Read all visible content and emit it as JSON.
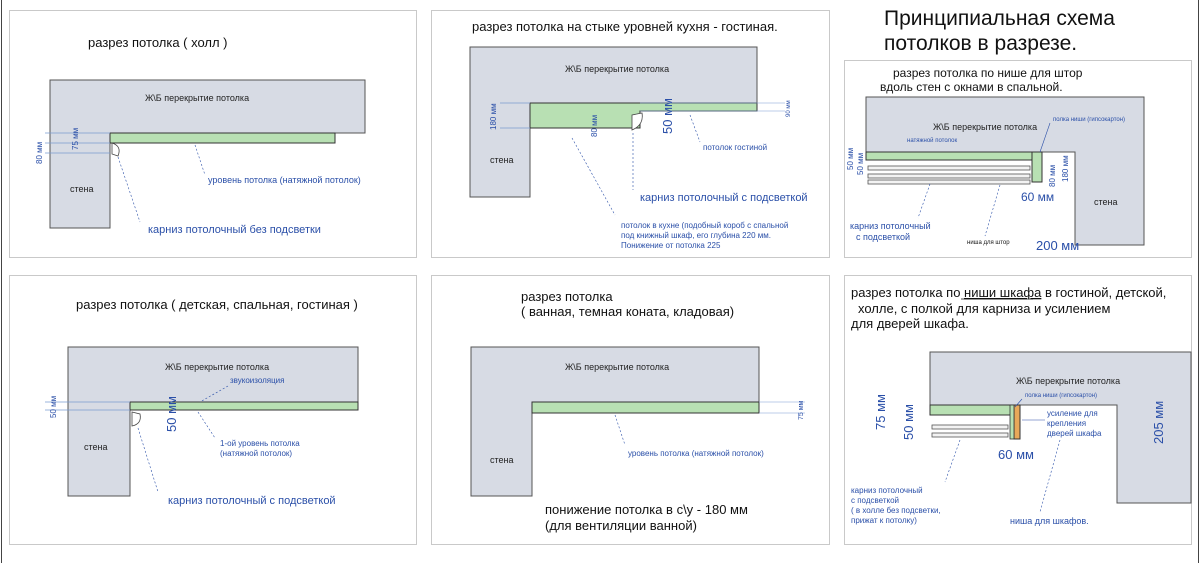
{
  "main_title": [
    "Принципиальная схема",
    "потолков в разрезе."
  ],
  "panels": {
    "hall": {
      "title": "разрез потолка  ( холл )",
      "slab": "Ж\\Б перекрытие потолка",
      "wall": "стена",
      "dim_80": "80 мм",
      "dim_75": "75 мм",
      "ceiling_level": "уровень потолка (натяжной потолок)",
      "cornice": "карниз потолочный  без подсветки"
    },
    "kitchen": {
      "title": "разрез потолка на стыке уровней кухня - гостиная.",
      "slab": "Ж\\Б перекрытие потолка",
      "wall": "стена",
      "dim_180": "180 мм",
      "dim_80": "80 мм",
      "dim_50": "50 мм",
      "dim_90": "90 мм",
      "living_ceiling": "потолок гостиной",
      "cornice": "карниз потолочный с подсветкой",
      "note": [
        "потолок в кухне (подобный короб с спальной",
        "под книжный шкаф, его глубина 220 мм.",
        "Понижение от потолка 225"
      ]
    },
    "bedroom_niche": {
      "title": [
        "разрез потолка по нише для штор",
        "вдоль стен с окнами в спальной."
      ],
      "slab": "Ж\\Б перекрытие потолка",
      "stretch": "натяжной потолок",
      "niche_shelf": "полка ниши (гипсокартон)",
      "wall": "стена",
      "dim_50a": "50 мм",
      "dim_50b": "50 мм",
      "dim_80": "80 мм",
      "dim_180": "180 мм",
      "dim_60": "60 мм",
      "dim_200": "200 мм",
      "cornice": [
        "карниз потолочный",
        "с подсветкой"
      ],
      "curtain_niche": "ниша для штор"
    },
    "kids": {
      "title": "разрез   потолка  ( детская, спальная, гостиная )",
      "slab": "Ж\\Б перекрытие потолка",
      "sound": "звукоизоляция",
      "wall": "стена",
      "dim_50a": "50 мм",
      "dim_50b": "50 мм",
      "level1": [
        "1-ой уровень потолка",
        "(натяжной потолок)"
      ],
      "cornice": "карниз потолочный с подсветкой"
    },
    "bath": {
      "title": [
        "разрез потолка",
        "( ванная, темная коната, кладовая)"
      ],
      "slab": "Ж\\Б перекрытие потолка",
      "wall": "стена",
      "dim_75": "75 мм",
      "ceiling_level": "уровень потолка (натяжной потолок)",
      "lowering": [
        "понижение потолка в с\\у - 180 мм",
        "(для вентиляции ванной)"
      ]
    },
    "wardrobe": {
      "title_pre": "разрез потолка по ",
      "title_u": "ниши шкафа",
      "title_post": " в гостиной, детской,",
      "title_lines": [
        "холле, с полкой для карниза и усилением",
        "для  дверей шкафа."
      ],
      "slab": "Ж\\Б перекрытие потолка",
      "niche_shelf": "полка ниши (гипсокартон)",
      "reinforce": [
        "усиление для",
        "крепления",
        "дверей шкафа"
      ],
      "dim_75": "75 мм",
      "dim_50": "50 мм",
      "dim_60": "60 мм",
      "dim_205": "205 мм",
      "cornice": [
        "карниз потолочный",
        "с подсветкой",
        "( в холле без подсветки,",
        "прижат к потолку)"
      ],
      "niche": "ниша для шкафов."
    }
  }
}
